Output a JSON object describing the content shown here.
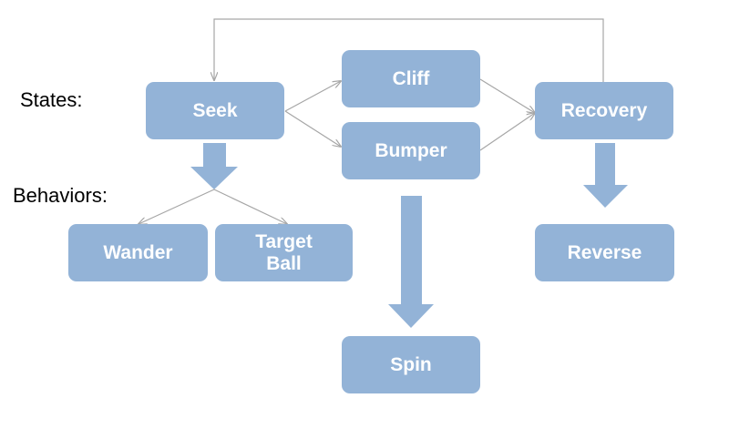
{
  "labels": {
    "states": "States:",
    "behaviors": "Behaviors:"
  },
  "nodes": {
    "seek": "Seek",
    "cliff": "Cliff",
    "bumper": "Bumper",
    "recovery": "Recovery",
    "wander": "Wander",
    "target_ball": "Target\nBall",
    "spin": "Spin",
    "reverse": "Reverse"
  },
  "edges": [
    {
      "from": "Seek",
      "to": "Cliff",
      "kind": "transition"
    },
    {
      "from": "Seek",
      "to": "Bumper",
      "kind": "transition"
    },
    {
      "from": "Cliff",
      "to": "Recovery",
      "kind": "transition"
    },
    {
      "from": "Bumper",
      "to": "Recovery",
      "kind": "transition"
    },
    {
      "from": "Recovery",
      "to": "Seek",
      "kind": "transition"
    },
    {
      "from": "Seek",
      "to": "Wander",
      "kind": "behavior"
    },
    {
      "from": "Seek",
      "to": "Target\nBall",
      "kind": "behavior"
    },
    {
      "from": "Bumper",
      "to": "Spin",
      "kind": "behavior"
    },
    {
      "from": "Recovery",
      "to": "Reverse",
      "kind": "behavior"
    }
  ],
  "colors": {
    "node_fill": "#93b3d7",
    "node_text": "#ffffff",
    "connector": "#a6a6a6",
    "label_text": "#000000"
  }
}
